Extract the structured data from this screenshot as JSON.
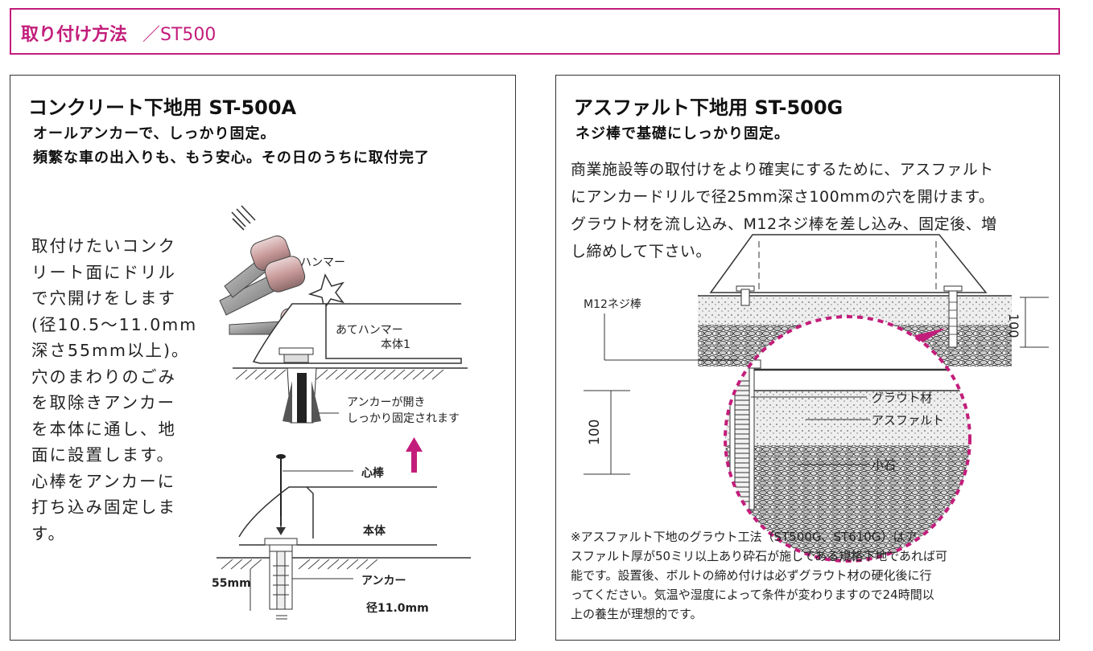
{
  "header": {
    "title_bold": "取り付け方法",
    "title_rest": "／ST500"
  },
  "panel_a": {
    "title": "コンクリート下地用 ST-500A",
    "subtitle_lines": [
      "オールアンカーで、しっかり固定。",
      "頻繁な車の出入りも、もう安心。その日のうちに取付完了"
    ],
    "body_lines": [
      "取付けたいコンク",
      "リート面にドリル",
      "で穴開けをします",
      "(径10.5～11.0mm",
      "深さ55mm以上)。",
      "穴のまわりのごみ",
      "を取除きアンカー",
      "を本体に通し、地",
      "面に設置します。",
      "心棒をアンカーに",
      "打ち込み固定しま",
      "す。"
    ],
    "labels": {
      "hammer": "ハンマー",
      "ate_hammer": "あてハンマー",
      "body1": "本体1",
      "anchor_open_1": "アンカーが開き",
      "anchor_open_2": "しっかり固定されます",
      "shinbo": "心棒",
      "hontai": "本体",
      "anchor": "アンカー",
      "depth": "55mm",
      "diameter": "径11.0mm"
    }
  },
  "panel_g": {
    "title": "アスファルト下地用 ST-500G",
    "subtitle": "ネジ棒で基礎にしっかり固定。",
    "body_lines": [
      "商業施設等の取付けをより確実にするために、アスファルト",
      "にアンカードリルで径25mm深さ100mmの穴を開けます。",
      "グラウト材を流し込み、M12ネジ棒を差し込み、固定後、増",
      "し締めして下さい。"
    ],
    "labels": {
      "rod": "M12ネジ棒",
      "grout": "グラウト材",
      "asphalt": "アスファルト",
      "stone": "小石",
      "dim_small": "100",
      "dim_large": "100"
    },
    "note_lines": [
      "※アスファルト下地のグラウト工法（ST500G、ST610G）はア",
      "スファルト厚が50ミリ以上あり砕石が施してある規格下地であれば可",
      "能です。設置後、ボルトの締め付けは必ずグラウト材の硬化後に行",
      "ってください。気温や湿度によって条件が変わりますので24時間以",
      "上の養生が理想的です。"
    ]
  },
  "colors": {
    "accent": "#c31d7b",
    "text": "#222222"
  }
}
